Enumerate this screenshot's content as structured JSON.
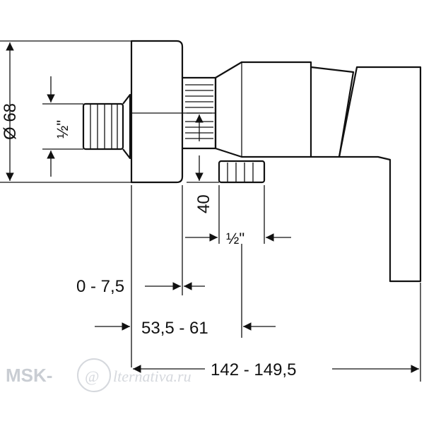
{
  "dimensions": {
    "diameter": "Ø 68",
    "pipe_thread": "½\"",
    "height": "40",
    "outlet_thread": "½\"",
    "adjust_range": "0 - 7,5",
    "center_distance": "53,5 - 61",
    "total_length": "142 - 149,5"
  },
  "watermark": {
    "brand": "MSK-",
    "at_symbol": "@",
    "domain": "lternativa.ru"
  },
  "colors": {
    "line": "#111111",
    "watermark": "#c9cdd3"
  }
}
